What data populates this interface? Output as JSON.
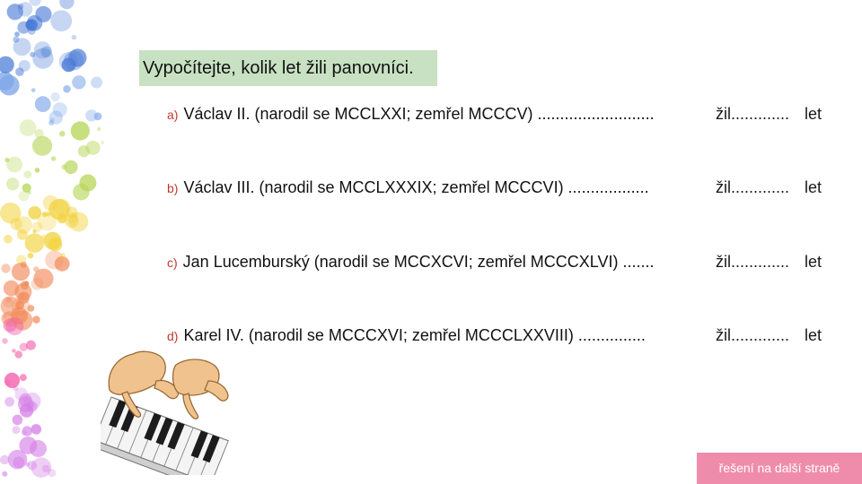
{
  "title": "Vypočítejte, kolik let žili panovníci.",
  "rows": [
    {
      "letter": "a)",
      "text": "Václav II. (narodil se MCCLXXI; zemřel MCCCV) ..........................",
      "zil": "žil.............",
      "let": "let"
    },
    {
      "letter": "b)",
      "text": "Václav III. (narodil se MCCLXXXIX; zemřel MCCCVI) ..................",
      "zil": "žil.............",
      "let": "let"
    },
    {
      "letter": "c)",
      "text": "Jan Lucemburský (narodil se MCCXCVI; zemřel MCCCXLVI) .......",
      "zil": "žil.............",
      "let": "let"
    },
    {
      "letter": "d)",
      "text": "Karel IV. (narodil se MCCCXVI; zemřel MCCCLXXVIII)  ...............",
      "zil": "žil.............",
      "let": "let"
    }
  ],
  "solution_note": "řešení na další straně",
  "colors": {
    "title_bg": "#c8e1c2",
    "letter": "#c0392b",
    "note_bg": "#f08cab"
  },
  "icons": {
    "decoration": "bokeh-circles",
    "clipart": "piano-hands-icon"
  }
}
